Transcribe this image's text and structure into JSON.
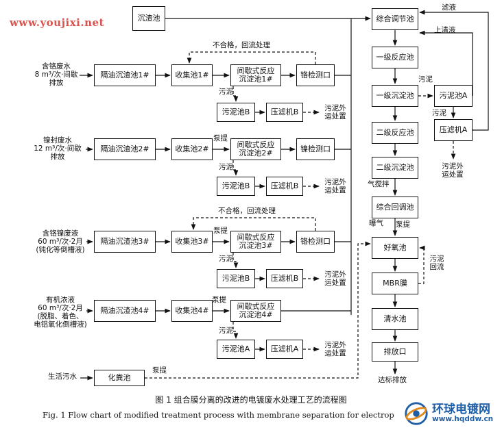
{
  "watermarks": {
    "top_url": "www.youjixi.net",
    "bottom_cn": "环球电镀网",
    "bottom_url": "www.hqddw.cn"
  },
  "caption": {
    "cn": "图 1   组合膜分离的改进的电镀废水处理工艺的流程图",
    "en": "Fig. 1    Flow chart of modified treatment process with membrane separation for electrop"
  },
  "sources": {
    "chromium_waste": "含铬废水\n8 m³/次·间歇\n排放",
    "nickel_seal": "镍封废水\n12 m³/次·间歇\n排放",
    "chrome_nickel": "含铬镍废液\n60 m³/次·2月\n(钝化等倒槽液)",
    "organic": "有机浓液\n60 m³/次·2月\n(脱脂、着色、\n电铝氧化倒槽液)",
    "domestic": "生活污水"
  },
  "boxes": {
    "sediment_pool": "沉渣池",
    "sep1": "隔油沉渣池1#",
    "collect1": "收集池1#",
    "react1": "间歇式反应\n沉淀池1#",
    "check1": "铬检测口",
    "sludge_b1": "污泥池B",
    "press_b1": "压滤机B",
    "sep2": "隔油沉渣池2#",
    "collect2": "收集池2#",
    "react2": "间歇式反应\n沉淀池2#",
    "check2": "镍检测口",
    "sludge_b2": "污泥池B",
    "press_b2": "压滤机B",
    "sep3": "隔油沉渣池3#",
    "collect3": "收集池3#",
    "react3": "间歇式反应\n沉淀池3#",
    "check3": "铬检测口",
    "sludge_b3": "污泥池B",
    "press_b3": "压滤机B",
    "sep4": "隔油沉渣池4#",
    "collect4": "收集池4#",
    "react4": "间歇式反应\n沉淀池4#",
    "sludge_a4": "污泥池A",
    "press_a4": "压滤机A",
    "septic": "化粪池",
    "equalize": "综合调节池",
    "react_l1": "一级反应池",
    "settle_l1": "一级沉淀池",
    "sludge_a_main": "污泥池A",
    "press_a_main": "压滤机A",
    "react_l2": "二级反应池",
    "settle_l2": "二级沉淀池",
    "readjust": "综合回调池",
    "aerobic": "好氧池",
    "mbr": "MBR膜",
    "clear_water": "清水池",
    "outlet": "排放口"
  },
  "labels": {
    "unqualified1": "不合格，回流处理",
    "unqualified3": "不合格，回流处理",
    "sludge_l1": "污泥",
    "sludge_l2": "污泥",
    "sludge_l3": "污泥",
    "sludge_l4": "污泥",
    "pump2": "泵提",
    "pump3": "泵提",
    "pump4": "泵提",
    "pump_septic": "泵提",
    "pump_aerobic": "泵提",
    "out1": "污泥外\n运处置",
    "out2": "污泥外\n运处置",
    "out3": "污泥外\n运处置",
    "out4": "污泥外\n运处置",
    "out_main": "污泥外\n运处置",
    "filtrate": "滤液",
    "supernatant": "上清液",
    "sludge_main": "污泥",
    "sludge_main2": "污泥",
    "air_stir": "气搅拌",
    "aerate": "曝气",
    "sludge_return": "污泥\n回流",
    "discharge": "达标排放"
  }
}
